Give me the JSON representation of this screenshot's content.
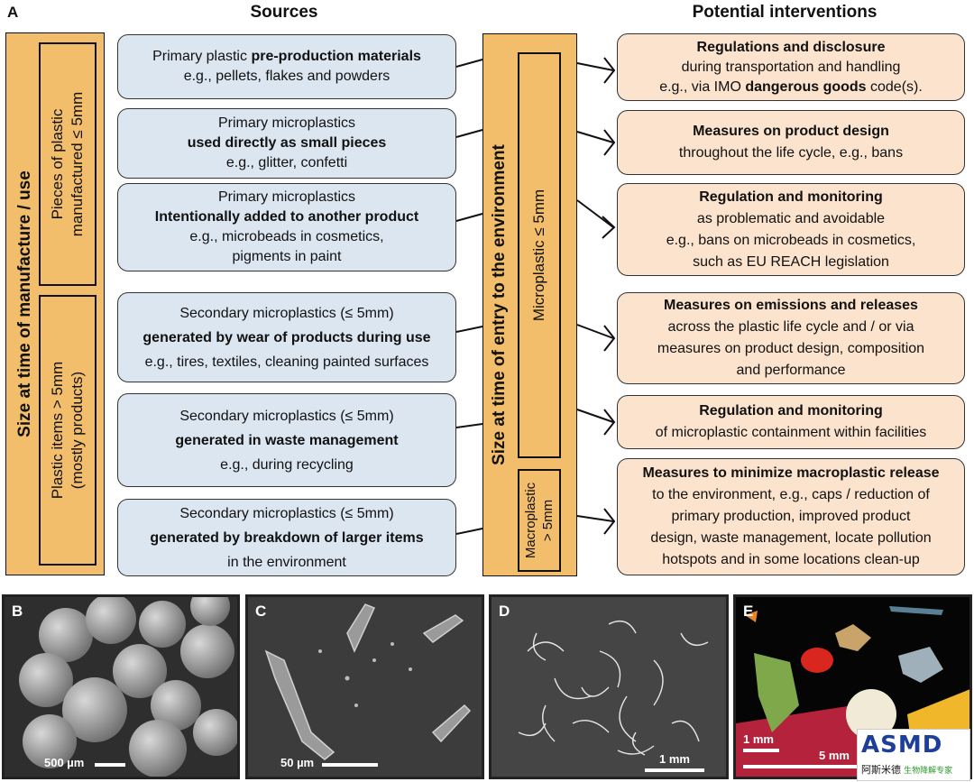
{
  "panel_labels": {
    "a": "A",
    "b": "B",
    "c": "C",
    "d": "D",
    "e": "E"
  },
  "headings": {
    "sources": "Sources",
    "interventions": "Potential interventions"
  },
  "left_bar": {
    "label": "Size at time of manufacture / use",
    "top_box": [
      "Pieces of plastic",
      "manufactured ≤ 5mm"
    ],
    "bottom_box": [
      "Plastic items  > 5mm",
      "(mostly products)"
    ]
  },
  "middle_bar": {
    "label": "Size at time of entry to the environment",
    "top_box": "Microplastic ≤ 5mm",
    "bottom_box": [
      "Macroplastic",
      "> 5mm"
    ]
  },
  "sources": [
    {
      "l1": "Primary plastic ",
      "l1b": "pre-production materials",
      "l2": "e.g., pellets, flakes and powders"
    },
    {
      "l1": "Primary microplastics",
      "l2b": "used directly as small pieces",
      "l3": "e.g., glitter, confetti"
    },
    {
      "l1": "Primary microplastics",
      "l2b": "Intentionally added to another product",
      "l3": "e.g., microbeads in cosmetics,",
      "l4": "pigments in paint"
    },
    {
      "l1": "Secondary microplastics (≤ 5mm)",
      "l2b": "generated by wear of products during use",
      "l3": "e.g., tires, textiles, cleaning painted surfaces"
    },
    {
      "l1": "Secondary microplastics (≤ 5mm)",
      "l2b": "generated in waste management",
      "l3": "e.g., during recycling"
    },
    {
      "l1": "Secondary microplastics (≤ 5mm)",
      "l2b": "generated by breakdown of larger items",
      "l3": "in the environment"
    }
  ],
  "interventions": [
    {
      "title": "Regulations and disclosure",
      "l2": "during transportation and handling",
      "l3a": "e.g., via IMO ",
      "l3b": "dangerous goods",
      "l3c": " code(s)."
    },
    {
      "title": "Measures on product design",
      "l2": "throughout the life cycle, e.g., bans"
    },
    {
      "title": "Regulation and monitoring",
      "l2": "as problematic and avoidable",
      "l3": "e.g., bans on microbeads in cosmetics,",
      "l4": "such as EU REACH legislation"
    },
    {
      "title": "Measures on emissions and releases",
      "l2": "across the plastic life cycle and / or via",
      "l3": "measures on product design, composition",
      "l4": "and performance"
    },
    {
      "title": "Regulation and monitoring",
      "l2": "of microplastic containment  within facilities"
    },
    {
      "title": "Measures to minimize macroplastic release",
      "l2": "to the environment, e.g., caps / reduction of",
      "l3": "primary production, improved product",
      "l4": "design, waste management,  locate pollution",
      "l5": "hotspots and in some locations clean-up"
    }
  ],
  "photos": {
    "b_scale": "500 µm",
    "c_scale": "50 µm",
    "d_scale": "1 mm",
    "e_scale1": "1 mm",
    "e_scale2": "5 mm"
  },
  "watermark": {
    "title": "ASMD",
    "sub": "阿斯米德",
    "sub2": "生物降解专家"
  }
}
